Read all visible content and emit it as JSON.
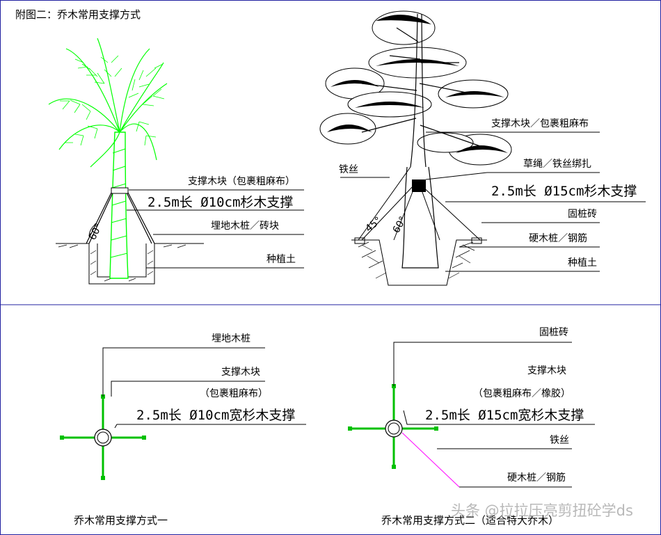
{
  "figure_title": "附图二：乔木常用支撑方式",
  "left_tree": {
    "label_block": "支撑木块（包裹粗麻布）",
    "label_support": "2.5m长 Ø10cm杉木支撑",
    "label_stake": "埋地木桩／砖块",
    "label_soil": "种植土",
    "angle": "60°"
  },
  "right_tree": {
    "label_block": "支撑木块／包裹粗麻布",
    "label_wire": "铁丝",
    "label_rope": "草绳／铁丝绑扎",
    "label_support": "2.5m长 Ø15cm杉木支撑",
    "label_brick": "固桩砖",
    "label_stake": "硬木桩／钢筋",
    "label_soil": "种植土",
    "angle_45": "45°",
    "angle_60": "60°"
  },
  "plan_one": {
    "label_stake": "埋地木桩",
    "label_block": "支撑木块",
    "label_wrap": "（包裹粗麻布）",
    "label_support": "2.5m长 Ø10cm宽杉木支撑",
    "caption": "乔木常用支撑方式一"
  },
  "plan_two": {
    "label_brick": "固桩砖",
    "label_block": "支撑木块",
    "label_wrap": "（包裹粗麻布／橡胶）",
    "label_support": "2.5m长 Ø15cm宽杉木支撑",
    "label_wire": "铁丝",
    "label_stake": "硬木桩／钢筋",
    "caption": "乔木常用支撑方式二（适合特大乔木）"
  },
  "watermark": "头条 @拉拉压亮剪扭砼学ds",
  "colors": {
    "palm": "#00ff00",
    "stake_green": "#00c000",
    "wire_magenta": "#ff00ff",
    "frame": "#2020a0"
  }
}
